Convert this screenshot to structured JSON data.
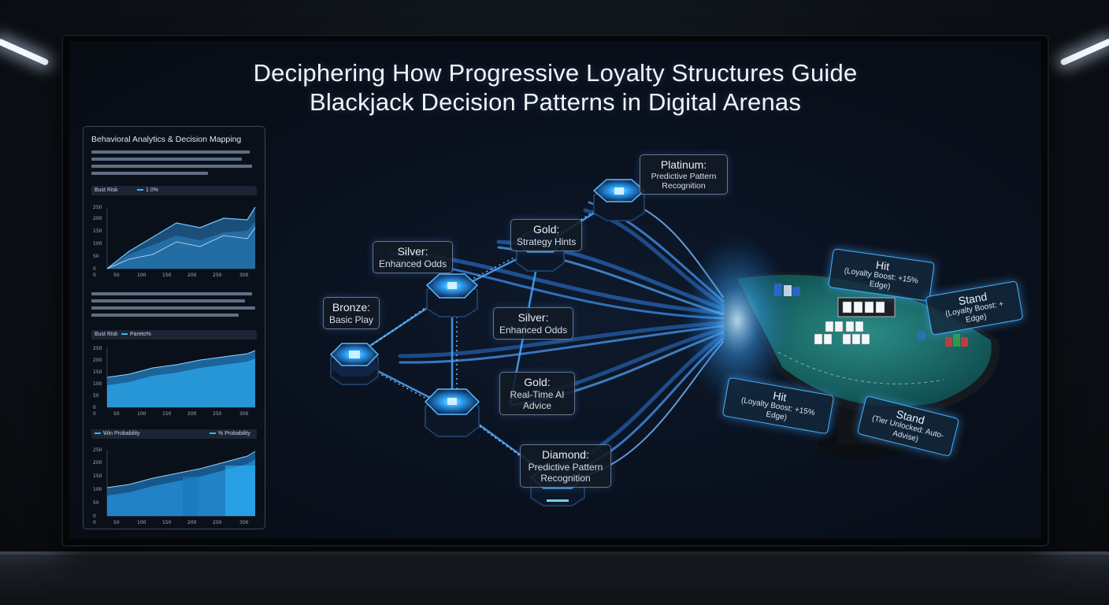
{
  "title": {
    "line1": "Deciphering How Progressive Loyalty Structures Guide",
    "line2": "Blackjack Decision Patterns in Digital Arenas"
  },
  "panel": {
    "title": "Behavioral Analytics & Decision Mapping",
    "chart1": {
      "label": "Bust Risk",
      "legend": "1 0%",
      "y_ticks": [
        "0",
        "50",
        "100",
        "150",
        "200",
        "250"
      ],
      "x_ticks": [
        "0",
        "50",
        "100",
        "150",
        "200",
        "250",
        "300"
      ]
    },
    "chart2": {
      "label": "Bust Risk",
      "legend": "Pareto%",
      "y_ticks": [
        "0",
        "50",
        "100",
        "150",
        "200",
        "250"
      ],
      "x_ticks": [
        "0",
        "50",
        "100",
        "150",
        "200",
        "250",
        "300"
      ]
    },
    "chart3": {
      "label": "Win Probability",
      "legend": "% Probability",
      "y_ticks": [
        "0",
        "50",
        "100",
        "150",
        "200",
        "250"
      ],
      "x_ticks": [
        "0",
        "50",
        "100",
        "150",
        "200",
        "250",
        "300"
      ]
    }
  },
  "tiers": {
    "bronze": {
      "title": "Bronze:",
      "subtitle": "Basic Play"
    },
    "silver_top": {
      "title": "Silver:",
      "subtitle": "Enhanced Odds"
    },
    "gold_top": {
      "title": "Gold:",
      "subtitle": "Strategy Hints"
    },
    "platinum": {
      "title": "Platinum:",
      "subtitle": "Predictive Pattern Recognition"
    },
    "silver_mid": {
      "title": "Silver:",
      "subtitle": "Enhanced Odds"
    },
    "gold_mid": {
      "title": "Gold:",
      "subtitle": "Real-Time AI Advice"
    },
    "diamond": {
      "title": "Diamond:",
      "subtitle": "Predictive Pattern Recognition"
    }
  },
  "callouts": {
    "hit_top": {
      "title": "Hit",
      "subtitle": "(Loyalty Boost: +15% Edge)"
    },
    "stand_top": {
      "title": "Stand",
      "subtitle": "(Loyalty Boost: + Edge)"
    },
    "hit_bottom": {
      "title": "Hit",
      "subtitle": "(Loyalty Boost: +15% Edge)"
    },
    "stand_bottom": {
      "title": "Stand",
      "subtitle": "(Tier Unlocked: Auto-Advise)"
    }
  },
  "colors": {
    "accent": "#2fb6ff",
    "node_glow": "#4aa8ff",
    "table_felt": "#1b6b6a"
  }
}
